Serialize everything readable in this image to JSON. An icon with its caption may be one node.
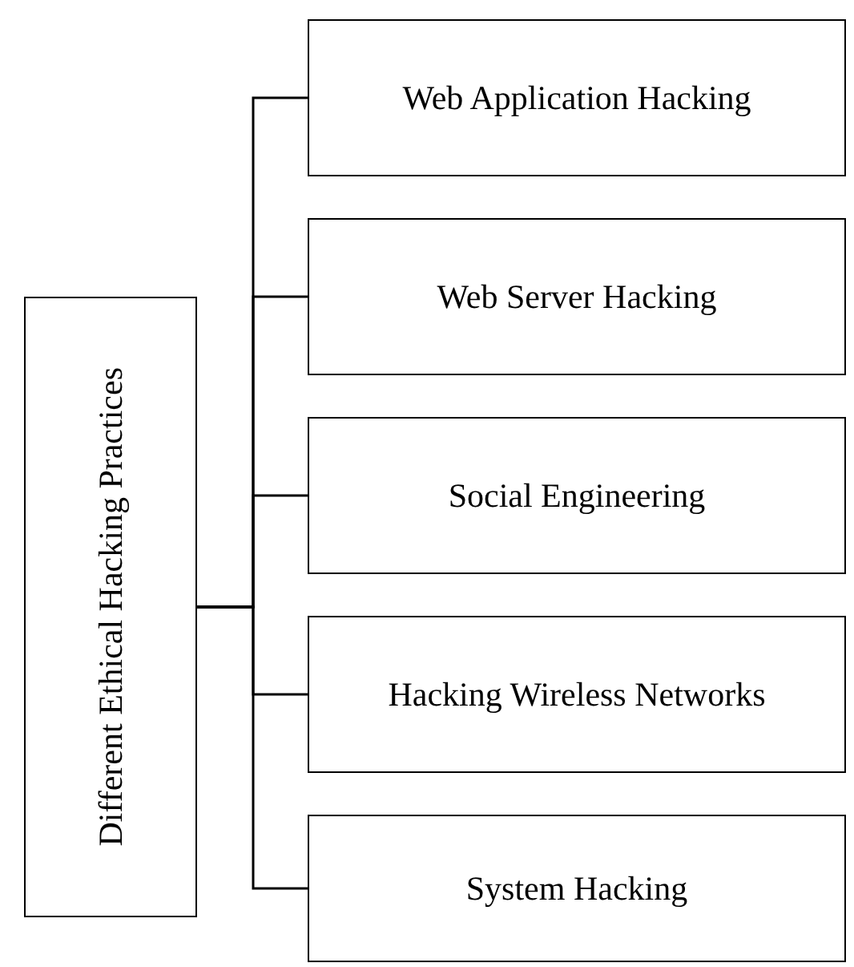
{
  "diagram": {
    "nodes": [
      {
        "text": [
          "Different Ethical Hacking Practices"
        ]
      },
      {
        "text": [
          "Web Application Hacking"
        ]
      },
      {
        "text": [
          "Web Server Hacking"
        ]
      },
      {
        "text": [
          "Social Engineering"
        ]
      },
      {
        "text": [
          "Hacking Wireless Networks"
        ]
      },
      {
        "text": [
          "System Hacking"
        ]
      }
    ],
    "edges": [
      {
        "from": 0,
        "to": 1,
        "arrow": "none"
      },
      {
        "from": 0,
        "to": 2,
        "arrow": "none"
      },
      {
        "from": 0,
        "to": 3,
        "arrow": "none"
      },
      {
        "from": 0,
        "to": 4,
        "arrow": "none"
      },
      {
        "from": 0,
        "to": 5,
        "arrow": "none"
      }
    ]
  }
}
